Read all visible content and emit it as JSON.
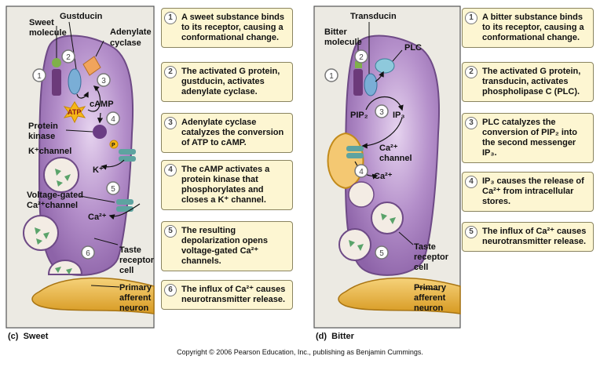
{
  "sweet": {
    "labels": {
      "sweet_molecule_1": "Sweet",
      "sweet_molecule_2": "molecule",
      "gustducin": "Gustducin",
      "adenylate_1": "Adenylate",
      "adenylate_2": "cyclase",
      "camp": "cAMP",
      "atp": "ATP",
      "protein_kinase_1": "Protein",
      "protein_kinase_2": "kinase",
      "p": "P",
      "k_channel": "K⁺channel",
      "k_plus": "K⁺",
      "vg_1": "Voltage-gated",
      "vg_2": "Ca²⁺channel",
      "ca": "Ca²⁺",
      "taste_1": "Taste",
      "taste_2": "receptor",
      "taste_3": "cell",
      "primary_1": "Primary",
      "primary_2": "afferent",
      "primary_3": "neuron"
    },
    "diagram_numbers": [
      "1",
      "2",
      "3",
      "4",
      "5",
      "6"
    ],
    "caption_letter": "(c)",
    "caption_text": "Sweet",
    "steps": [
      {
        "num": "1",
        "text": "A sweet substance binds to its receptor, causing a conformational change."
      },
      {
        "num": "2",
        "text": "The activated G protein, gustducin, activates adenylate cyclase."
      },
      {
        "num": "3",
        "text": "Adenylate cyclase catalyzes the conversion of ATP to cAMP."
      },
      {
        "num": "4",
        "text": "The cAMP activates a protein kinase that phosphorylates and closes a K⁺ channel."
      },
      {
        "num": "5",
        "text": "The resulting depolarization opens voltage-gated Ca²⁺ channels."
      },
      {
        "num": "6",
        "text": "The influx of Ca²⁺ causes neurotransmitter release."
      }
    ]
  },
  "bitter": {
    "labels": {
      "bitter_molecule_1": "Bitter",
      "bitter_molecule_2": "molecule",
      "transducin": "Transducin",
      "plc": "PLC",
      "pip2": "PIP₂",
      "ip3": "IP₃",
      "ca_channel_1": "Ca²⁺",
      "ca_channel_2": "channel",
      "ca": "Ca²⁺",
      "taste_1": "Taste",
      "taste_2": "receptor",
      "taste_3": "cell",
      "primary_1": "Primary",
      "primary_2": "afferent",
      "primary_3": "neuron"
    },
    "diagram_numbers": [
      "1",
      "2",
      "3",
      "4",
      "5"
    ],
    "caption_letter": "(d)",
    "caption_text": "Bitter",
    "steps": [
      {
        "num": "1",
        "text": "A bitter substance binds to its receptor, causing a conformational change."
      },
      {
        "num": "2",
        "text": "The activated G protein, transducin, activates phospholipase C (PLC)."
      },
      {
        "num": "3",
        "text": "PLC catalyzes the conversion of PIP₂ into the second messenger IP₃."
      },
      {
        "num": "4",
        "text": "IP₃ causes the release of Ca²⁺ from intracellular stores."
      },
      {
        "num": "5",
        "text": "The influx of Ca²⁺ causes neurotransmitter release."
      }
    ]
  },
  "copyright": "Copyright © 2006 Pearson Education, Inc., publishing as Benjamin Cummings.",
  "colors": {
    "cell_fill": "#a77fbf",
    "cell_light": "#d9c2e6",
    "cell_outline": "#6e4a86",
    "panel_bg": "#eceae3",
    "neuron": "#e8b23a",
    "box_fill": "#fdf6d2",
    "channel": "#5ea3a0",
    "receptor": "#6c3a7a"
  }
}
